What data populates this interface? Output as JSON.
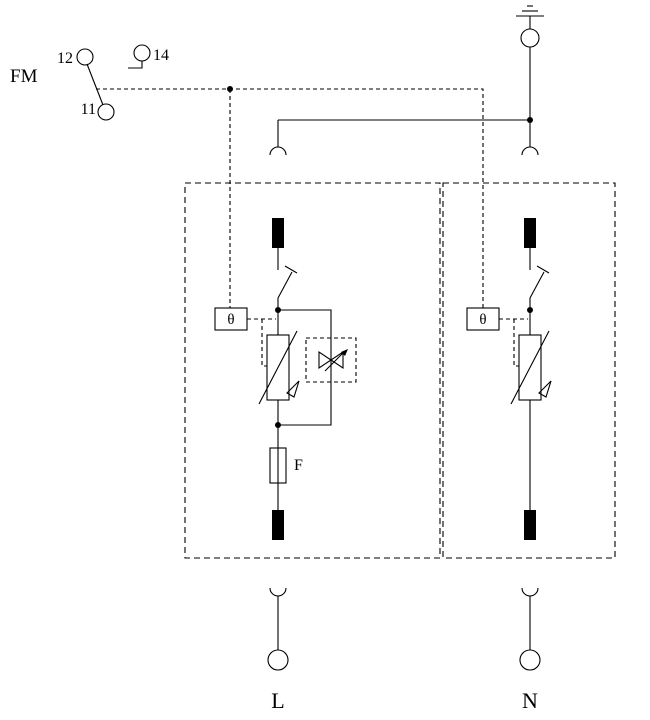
{
  "colors": {
    "line": "#000000",
    "background": "#ffffff"
  },
  "fm_contact": {
    "label": "FM",
    "contact_12": "12",
    "contact_11": "11",
    "contact_14": "14"
  },
  "left_module": {
    "thermal_label": "θ",
    "fuse_label": "F"
  },
  "right_module": {
    "thermal_label": "θ"
  },
  "output_terminals": {
    "line_label": "L",
    "neutral_label": "N"
  }
}
